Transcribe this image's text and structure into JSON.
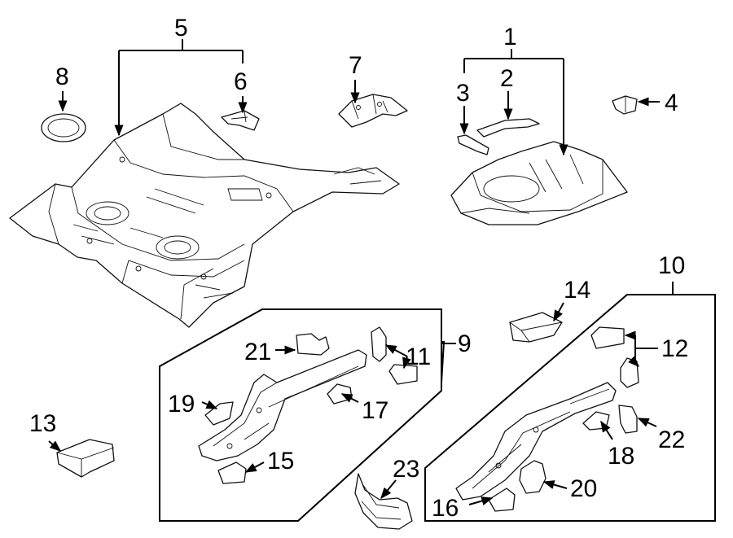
{
  "labels": {
    "c1": "1",
    "c2": "2",
    "c3": "3",
    "c4": "4",
    "c5": "5",
    "c6": "6",
    "c7": "7",
    "c8": "8",
    "c9": "9",
    "c10": "10",
    "c11": "11",
    "c12": "12",
    "c13": "13",
    "c14": "14",
    "c15": "15",
    "c16": "16",
    "c17": "17",
    "c18": "18",
    "c19": "19",
    "c20": "20",
    "c21": "21",
    "c22": "22",
    "c23": "23"
  }
}
